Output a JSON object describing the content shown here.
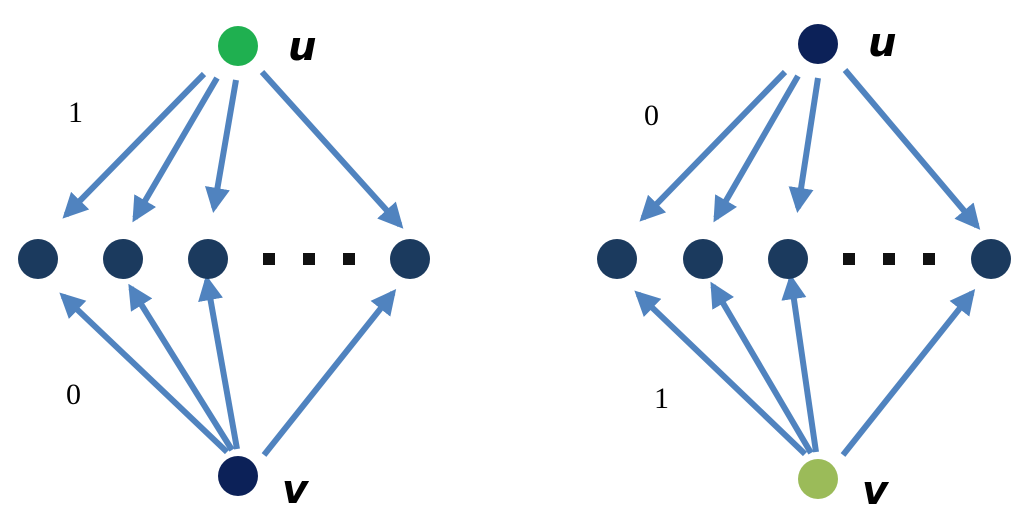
{
  "colors": {
    "arrow": "#5083bf",
    "node": "#1b3a5e",
    "ellipsis": "#111111"
  },
  "diagrams": [
    {
      "id": "left",
      "top_node": {
        "name": "u",
        "color": "#1fb050"
      },
      "bottom_node": {
        "name": "v",
        "color": "#0c2158"
      },
      "top_weight": "1",
      "bottom_weight": "0"
    },
    {
      "id": "right",
      "top_node": {
        "name": "u",
        "color": "#0c2158"
      },
      "bottom_node": {
        "name": "v",
        "color": "#9bbb59"
      },
      "top_weight": "0",
      "bottom_weight": "1"
    }
  ]
}
